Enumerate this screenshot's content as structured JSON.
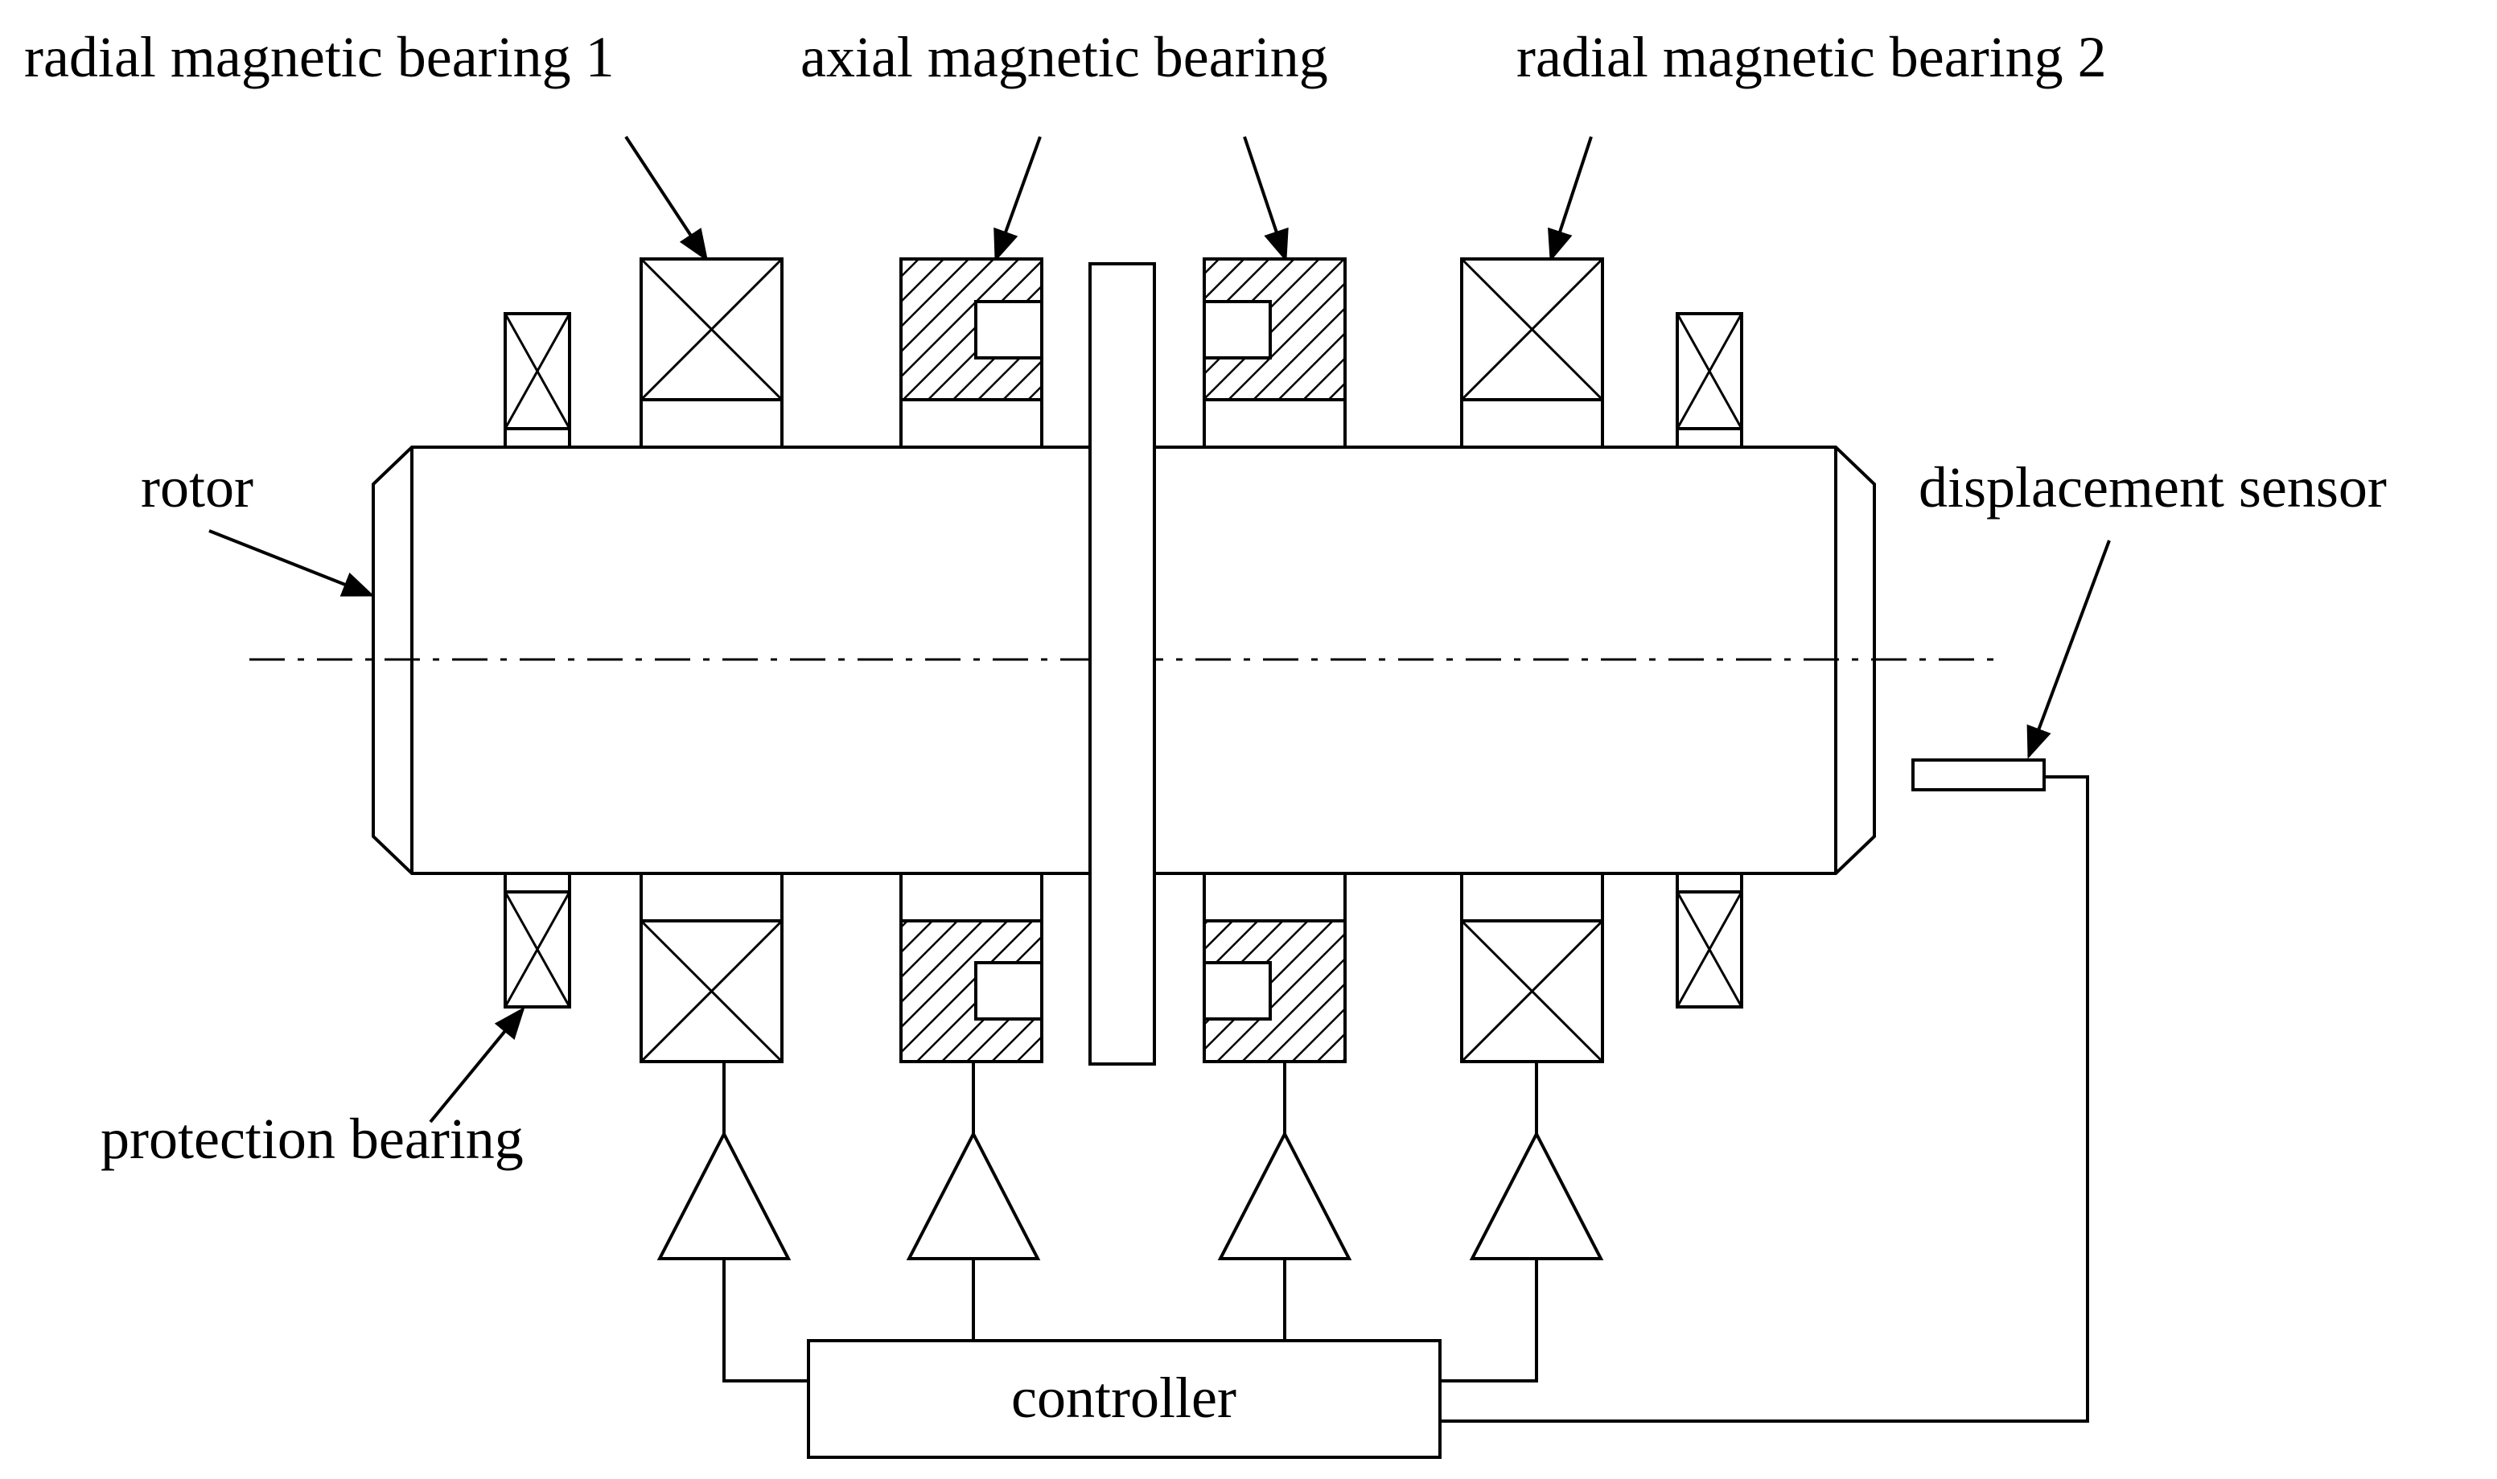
{
  "labels": {
    "radial_bearing_1": "radial magnetic bearing 1",
    "axial_bearing": "axial magnetic bearing",
    "radial_bearing_2": "radial magnetic bearing 2",
    "rotor": "rotor",
    "displacement_sensor": "displacement sensor",
    "protection_bearing": "protection bearing",
    "controller": "controller"
  },
  "colors": {
    "stroke": "#000000",
    "background": "#ffffff"
  }
}
